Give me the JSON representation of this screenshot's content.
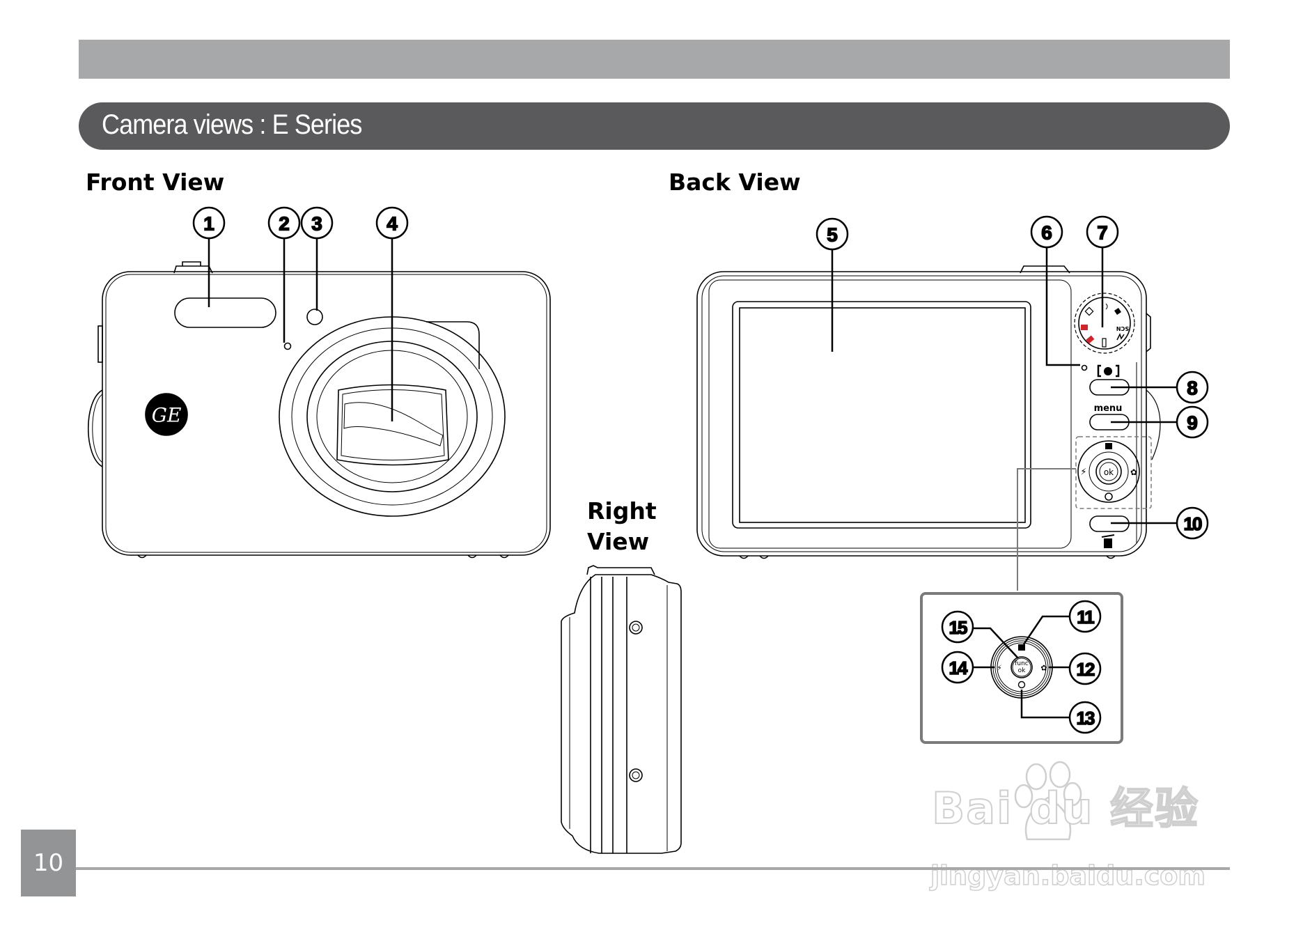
{
  "header": {
    "title": "Camera views : E Series"
  },
  "sections": {
    "front_view": "Front View",
    "back_view": "Back View",
    "right_view_line1": "Right",
    "right_view_line2": "View"
  },
  "callouts": {
    "front": [
      "1",
      "2",
      "3",
      "4"
    ],
    "back": [
      "5",
      "6",
      "7",
      "8",
      "9",
      "10"
    ],
    "dpad_detail": [
      "11",
      "12",
      "13",
      "14",
      "15"
    ]
  },
  "camera_labels": {
    "menu_button": "menu",
    "ok_button": "ok",
    "func_ok_line1": "func",
    "func_ok_line2": "ok",
    "mode_dial_scn": "SCN",
    "brand_logo": "GE"
  },
  "colors": {
    "top_bar": "#a7a8aa",
    "title_bar": "#5a5a5c",
    "page_box": "#939495",
    "mode_dial_red": "#d2232a"
  },
  "footer": {
    "page_number": "10"
  },
  "watermark": {
    "brand": "Bai du 经验",
    "url": "jingyan.baidu.com"
  }
}
